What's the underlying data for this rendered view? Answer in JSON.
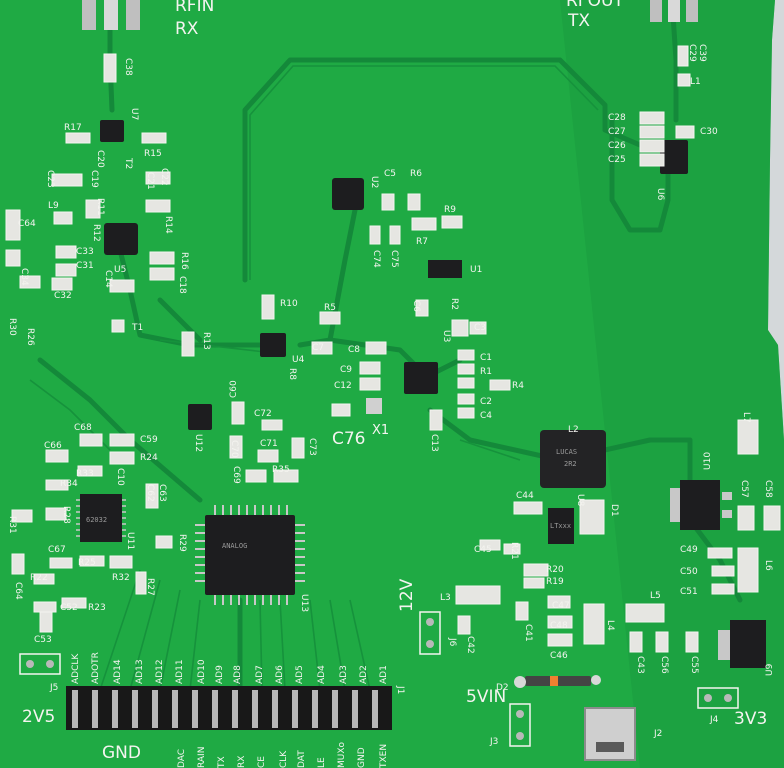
{
  "board": {
    "pcb_color": "#1fae45",
    "trace_color": "#138a33",
    "silk_color": "#f4f4f0"
  },
  "labels": {
    "rfin": "RFIN",
    "rx": "RX",
    "rfout": "RFOUT",
    "tx": "TX",
    "v12": "12V",
    "v5": "5VIN",
    "v2v5": "2V5",
    "v3v3": "3V3",
    "gnd": "GND",
    "c76": "C76",
    "x1": "X1"
  },
  "components": {
    "c38": "C38",
    "u7": "U7",
    "r17": "R17",
    "r15": "R15",
    "c20": "C20",
    "t2": "T2",
    "c23": "C23",
    "c19": "C19",
    "c22": "C22",
    "c21": "C21",
    "l9": "L9",
    "r11": "R11",
    "r12": "R12",
    "r14": "R14",
    "r16": "R16",
    "c64": "C64",
    "c33": "C33",
    "c31": "C31",
    "u5": "U5",
    "c32": "C32",
    "c14": "C14",
    "c18": "C18",
    "c34": "C34",
    "r30": "R30",
    "r26": "R26",
    "t1": "T1",
    "r13": "R13",
    "r10": "R10",
    "u4": "U4",
    "r8": "R8",
    "c7": "C7",
    "r5": "R5",
    "u2": "U2",
    "c5": "C5",
    "r6": "R6",
    "r9": "R9",
    "r7": "R7",
    "c74": "C74",
    "c75": "C75",
    "u1": "U1",
    "c6": "C6",
    "r2": "R2",
    "c3": "C3",
    "u3": "U3",
    "c8": "C8",
    "c9": "C9",
    "c12": "C12",
    "c1": "C1",
    "r1": "R1",
    "r4": "R4",
    "c2": "C2",
    "c4": "C4",
    "c13": "C13",
    "c60": "C60",
    "c72": "C72",
    "u12": "U12",
    "c70": "C70",
    "c71": "C71",
    "c73": "C73",
    "c69": "C69",
    "r35": "R35",
    "c68": "C68",
    "c59": "C59",
    "c66": "C66",
    "r24": "R24",
    "r33": "R33",
    "c10": "C10",
    "r34": "R34",
    "c62": "C62",
    "c63": "C63",
    "r28": "R28",
    "r31": "R31",
    "u11": "U11",
    "r29": "R29",
    "c67": "C67",
    "r25": "R25",
    "r22": "R22",
    "r32": "R32",
    "r27": "R27",
    "c64b": "C64",
    "c52": "C52",
    "r23": "R23",
    "c53": "C53",
    "u13": "U13",
    "j5": "J5",
    "j1": "J1",
    "l2": "L2",
    "c44": "C44",
    "u8": "U8",
    "d1": "D1",
    "c45": "C45",
    "r21": "R21",
    "r20": "R20",
    "r19": "R19",
    "l3": "L3",
    "c47": "C47",
    "c41": "C41",
    "c42": "C42",
    "j6": "J6",
    "c48": "C48",
    "c46": "C46",
    "l4": "L4",
    "l5": "L5",
    "c43": "C43",
    "c56": "C56",
    "c55": "C55",
    "u9": "U9",
    "d2": "D2",
    "j2": "J2",
    "j3": "J3",
    "j4": "J4",
    "u10": "U10",
    "l7": "L7",
    "c57": "C57",
    "c58": "C58",
    "c49": "C49",
    "c50": "C50",
    "c51": "C51",
    "l6": "L6",
    "c29": "C29",
    "c39": "C39",
    "l1": "L1",
    "c28": "C28",
    "c27": "C27",
    "c26": "C26",
    "c25": "C25",
    "c30": "C30",
    "u6": "U6"
  },
  "chip_markings": {
    "u13": "ANALOG",
    "u11": "62032",
    "l2_a": "LUCAS",
    "l2_b": "2R2",
    "u8": "LTxxx"
  },
  "header_pins": [
    "ADCLK",
    "ADOTR",
    "AD14",
    "AD13",
    "AD12",
    "AD11",
    "AD10",
    "AD9",
    "AD8",
    "AD7",
    "AD6",
    "AD5",
    "AD4",
    "AD3",
    "AD2",
    "AD1"
  ],
  "header_pins_bottom": [
    "DAC",
    "RAIN",
    "TX",
    "RX",
    "CE",
    "CLK",
    "DAT",
    "LE",
    "MUXo",
    "GND",
    "TXEN"
  ]
}
